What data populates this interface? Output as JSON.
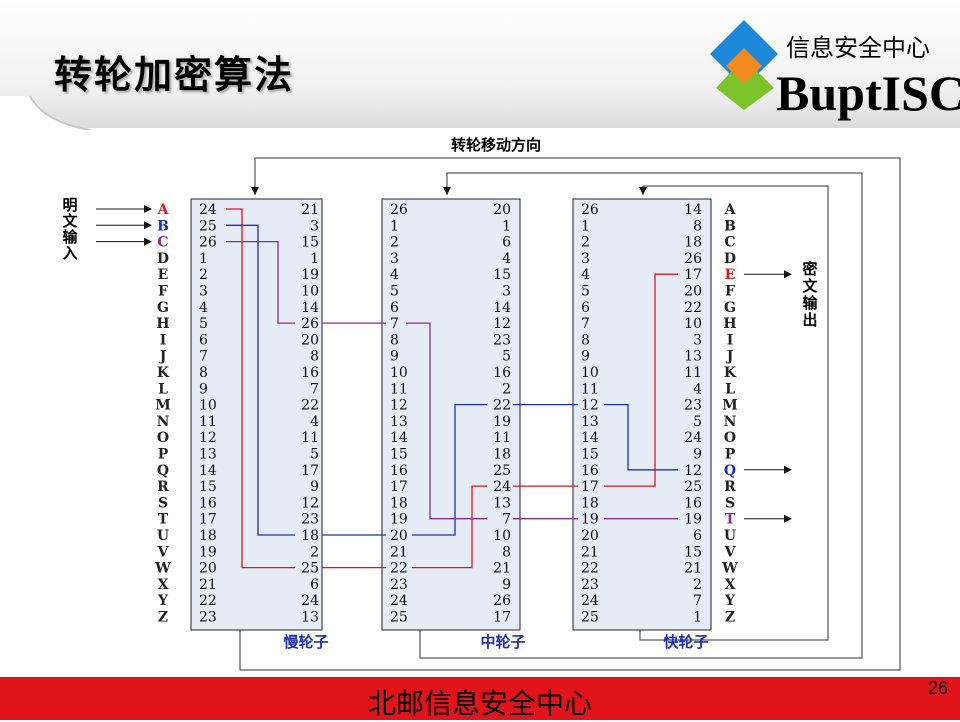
{
  "slide": {
    "title": "转轮加密算法",
    "logo_cn": "信息安全中心",
    "logo_en": "BuptISC",
    "footer": "北邮信息安全中心",
    "page_number": "26"
  },
  "diagram": {
    "direction_label": "转轮移动方向",
    "plaintext_label": "明文输入",
    "ciphertext_label": "密文输出",
    "alphabet": [
      "A",
      "B",
      "C",
      "D",
      "E",
      "F",
      "G",
      "H",
      "I",
      "J",
      "K",
      "L",
      "M",
      "N",
      "O",
      "P",
      "Q",
      "R",
      "S",
      "T",
      "U",
      "V",
      "W",
      "X",
      "Y",
      "Z"
    ],
    "plaintext_inputs": [
      "A",
      "B",
      "C"
    ],
    "ciphertext_outputs": [
      "E",
      "Q",
      "T"
    ],
    "colors": {
      "red": "#e0141a",
      "blue": "#1f2fb0",
      "purple": "#8b2a8e",
      "letter_black": "#222222"
    },
    "rotors": [
      {
        "name": "慢轮子",
        "left": [
          24,
          25,
          26,
          1,
          2,
          3,
          4,
          5,
          6,
          7,
          8,
          9,
          10,
          11,
          12,
          13,
          14,
          15,
          16,
          17,
          18,
          19,
          20,
          21,
          22,
          23
        ],
        "right": [
          21,
          3,
          15,
          1,
          19,
          10,
          14,
          26,
          20,
          8,
          16,
          7,
          22,
          4,
          11,
          5,
          17,
          9,
          12,
          23,
          18,
          2,
          25,
          6,
          24,
          13
        ]
      },
      {
        "name": "中轮子",
        "left": [
          26,
          1,
          2,
          3,
          4,
          5,
          6,
          7,
          8,
          9,
          10,
          11,
          12,
          13,
          14,
          15,
          16,
          17,
          18,
          19,
          20,
          21,
          22,
          23,
          24,
          25
        ],
        "right": [
          20,
          1,
          6,
          4,
          15,
          3,
          14,
          12,
          23,
          5,
          16,
          2,
          22,
          19,
          11,
          18,
          25,
          24,
          13,
          7,
          10,
          8,
          21,
          9,
          26,
          17
        ]
      },
      {
        "name": "快轮子",
        "left": [
          26,
          1,
          2,
          3,
          4,
          5,
          6,
          7,
          8,
          9,
          10,
          11,
          12,
          13,
          14,
          15,
          16,
          17,
          18,
          19,
          20,
          21,
          22,
          23,
          24,
          25
        ],
        "right": [
          14,
          8,
          18,
          26,
          17,
          20,
          22,
          10,
          3,
          13,
          11,
          4,
          23,
          5,
          24,
          9,
          12,
          25,
          16,
          19,
          6,
          15,
          21,
          2,
          7,
          1
        ]
      }
    ]
  }
}
